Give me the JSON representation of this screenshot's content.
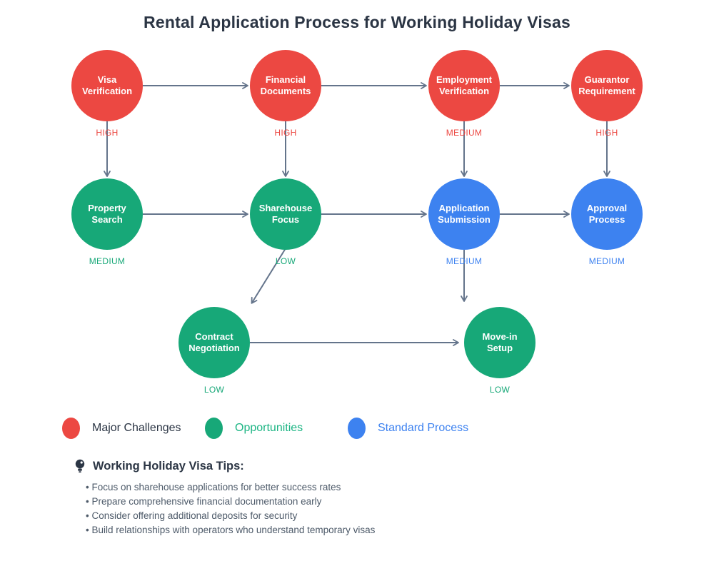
{
  "title": "Rental Application Process for Working Holiday Visas",
  "colors": {
    "red": "#ec4842",
    "green": "#17a878",
    "blue": "#3d82f0",
    "arrow": "#64748b",
    "dark": "#2b3544",
    "muted": "#4d5a69"
  },
  "nodes": [
    {
      "label": "Visa Verification",
      "priority": "HIGH",
      "category": "challenge"
    },
    {
      "label": "Financial Documents",
      "priority": "HIGH",
      "category": "challenge"
    },
    {
      "label": "Employment Verification",
      "priority": "MEDIUM",
      "category": "challenge"
    },
    {
      "label": "Guarantor Requirement",
      "priority": "HIGH",
      "category": "challenge"
    },
    {
      "label": "Property Search",
      "priority": "MEDIUM",
      "category": "opportunity"
    },
    {
      "label": "Sharehouse Focus",
      "priority": "LOW",
      "category": "opportunity"
    },
    {
      "label": "Application Submission",
      "priority": "MEDIUM",
      "category": "standard"
    },
    {
      "label": "Approval Process",
      "priority": "MEDIUM",
      "category": "standard"
    },
    {
      "label": "Contract Negotiation",
      "priority": "LOW",
      "category": "opportunity"
    },
    {
      "label": "Move-in Setup",
      "priority": "LOW",
      "category": "opportunity"
    }
  ],
  "legend": [
    {
      "label": "Major Challenges",
      "color": "#ec4842"
    },
    {
      "label": "Opportunities",
      "color": "#17a878"
    },
    {
      "label": "Standard Process",
      "color": "#3d82f0"
    }
  ],
  "tips": {
    "icon": "lightbulb-icon",
    "heading": "Working Holiday Visa Tips:",
    "items": [
      "Focus on sharehouse applications for better success rates",
      "Prepare comprehensive financial documentation early",
      "Consider offering additional deposits for security",
      "Build relationships with operators who understand temporary visas"
    ]
  }
}
